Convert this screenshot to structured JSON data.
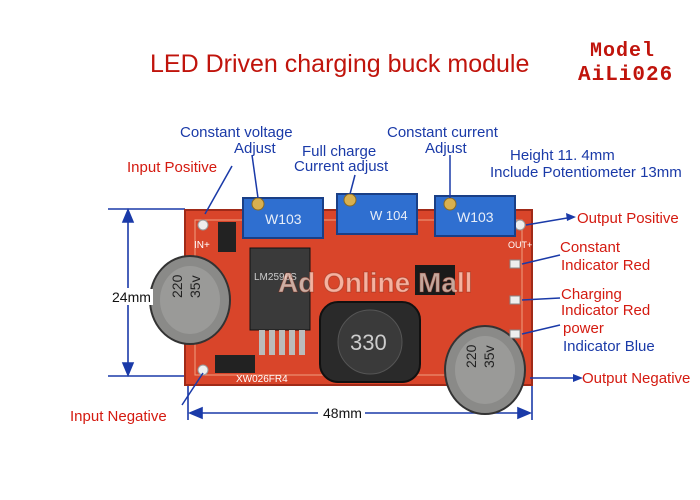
{
  "title": "LED Driven charging buck module",
  "model": {
    "line1": "Model",
    "line2": "AiLi026"
  },
  "labels": {
    "cv_line1": "Constant voltage",
    "cv_line2": "Adjust",
    "fc_line1": "Full charge",
    "fc_line2": "Current adjust",
    "cc_line1": "Constant current",
    "cc_line2": "Adjust",
    "height_line1": "Height 11. 4mm",
    "height_line2": "Include Potentiometer 13mm",
    "input_positive": "Input Positive",
    "output_positive": "Output Positive",
    "constant_line1": "Constant",
    "constant_line2": "Indicator Red",
    "charging_line1": "Charging",
    "charging_line2": "Indicator Red",
    "power_line1": "power",
    "power_line2": "Indicator Blue",
    "output_negative": "Output Negative",
    "input_negative": "Input Negative",
    "width": "48mm",
    "height_dim": "24mm"
  },
  "board": {
    "pot1": "W103",
    "pot2": "W 104",
    "pot3": "W103",
    "cap1": "220",
    "cap1b": "35v",
    "cap2": "220",
    "cap2b": "35v",
    "inductor": "330",
    "chip": "LM2596S",
    "silk_in_plus": "IN+",
    "silk_out_plus": "OUT+",
    "silk_part": "XW026FR4",
    "watermark": "Ad Online Mall"
  },
  "colors": {
    "pcb": "#d9452a",
    "pot": "#2f6fd0",
    "accent_red": "#d41a10",
    "accent_blue": "#1a3aa8"
  }
}
